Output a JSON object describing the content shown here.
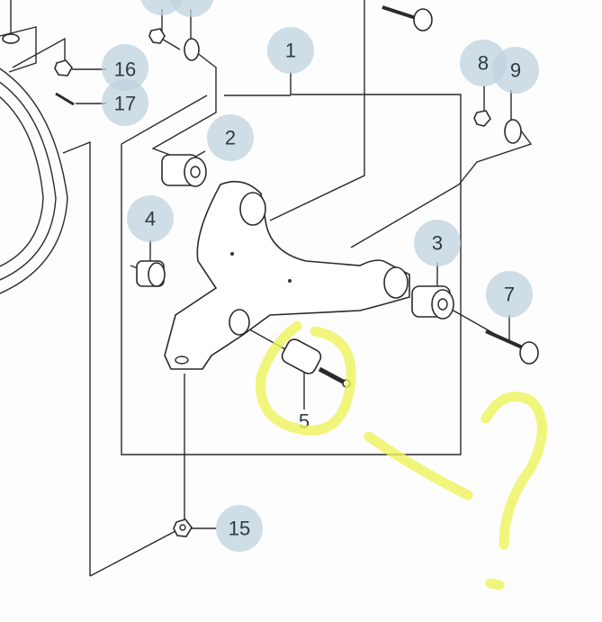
{
  "callouts": {
    "c1": "1",
    "c2": "2",
    "c3": "3",
    "c4": "4",
    "c5": "5",
    "c7": "7",
    "c8": "8",
    "c9": "9",
    "c15": "15",
    "c16": "16",
    "c17": "17"
  },
  "colors": {
    "callout_bubble": "#bfd2df",
    "highlighter": "#eef25a",
    "line": "#2a2a2a"
  }
}
